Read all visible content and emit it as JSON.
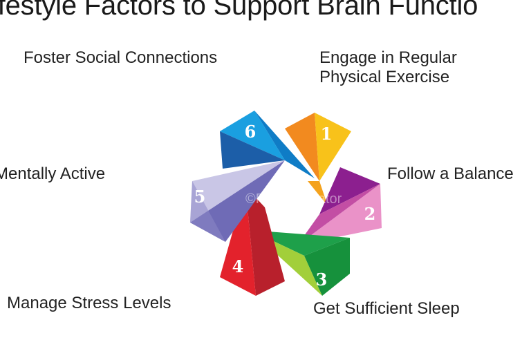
{
  "title": "ifestyle Factors to Support Brain Functio",
  "watermark": "©PosterCreator",
  "factors": [
    {
      "number": "1",
      "label": "Engage in Regular\nPhysical Exercise",
      "color": "#f7b718"
    },
    {
      "number": "2",
      "label": "Follow a Balance",
      "color": "#e98cc4"
    },
    {
      "number": "3",
      "label": "Get Sufficient Sleep",
      "color": "#6cc23f"
    },
    {
      "number": "4",
      "label": "Manage Stress Levels",
      "color": "#d9262f"
    },
    {
      "number": "5",
      "label": "Mentally Active",
      "color": "#8e8ec9"
    },
    {
      "number": "6",
      "label": "Foster Social Connections",
      "color": "#1a9fe0"
    }
  ]
}
